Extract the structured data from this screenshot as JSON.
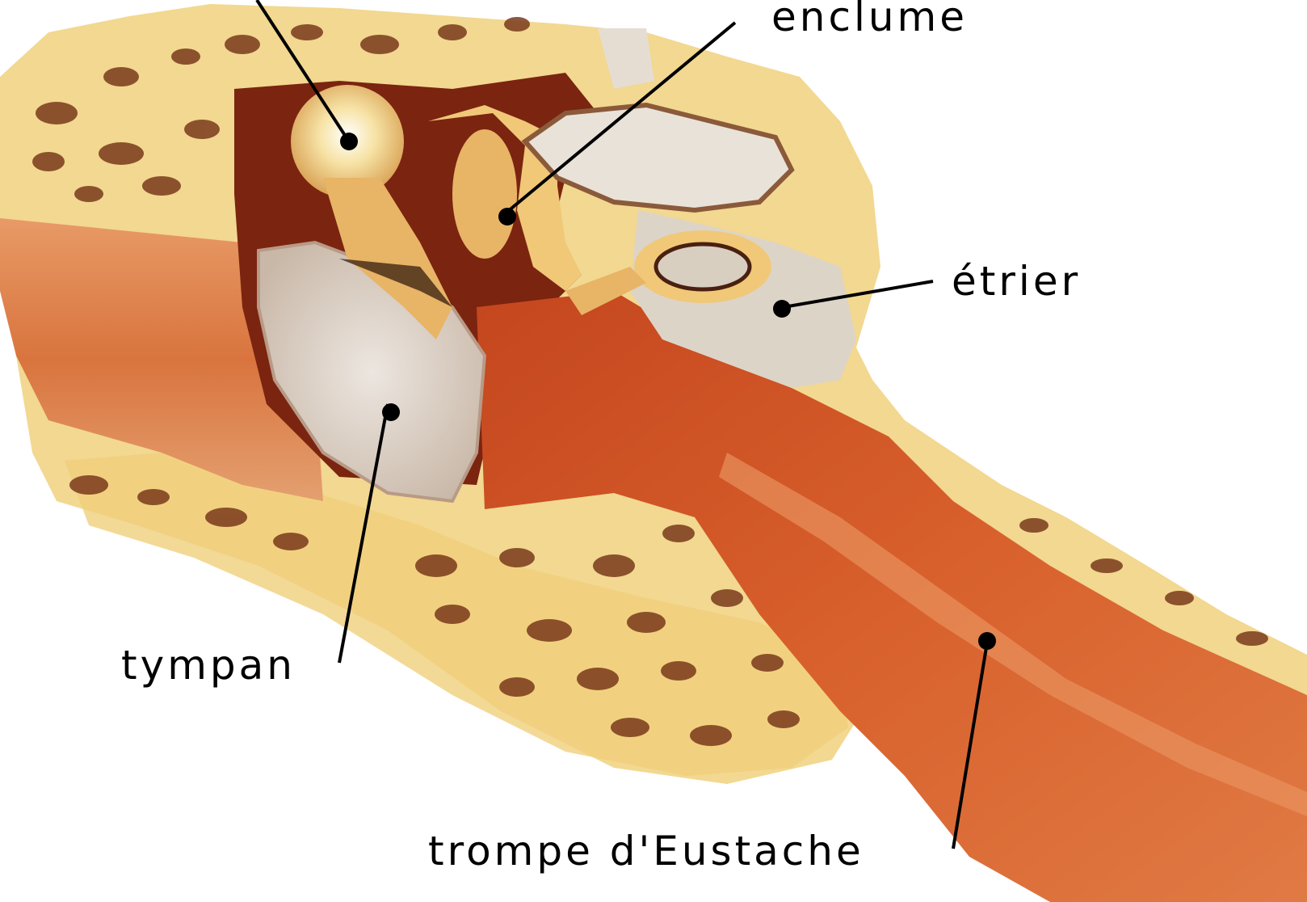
{
  "diagram": {
    "labels": {
      "enclume": "enclume",
      "etrier": "étrier",
      "tympan": "tympan",
      "trompe": "trompe d'Eustache"
    }
  },
  "colors": {
    "background": "#ffffff",
    "bone": "#f2d890",
    "bone_light": "#f7e6b0",
    "bone_pore": "#7a3a1c",
    "cavity_dark": "#7b2410",
    "tube_red": "#d25a28",
    "tube_light": "#e88a50",
    "membrane": "#d9d0c8",
    "ossicle": "#f0c878",
    "leader": "#000000"
  }
}
